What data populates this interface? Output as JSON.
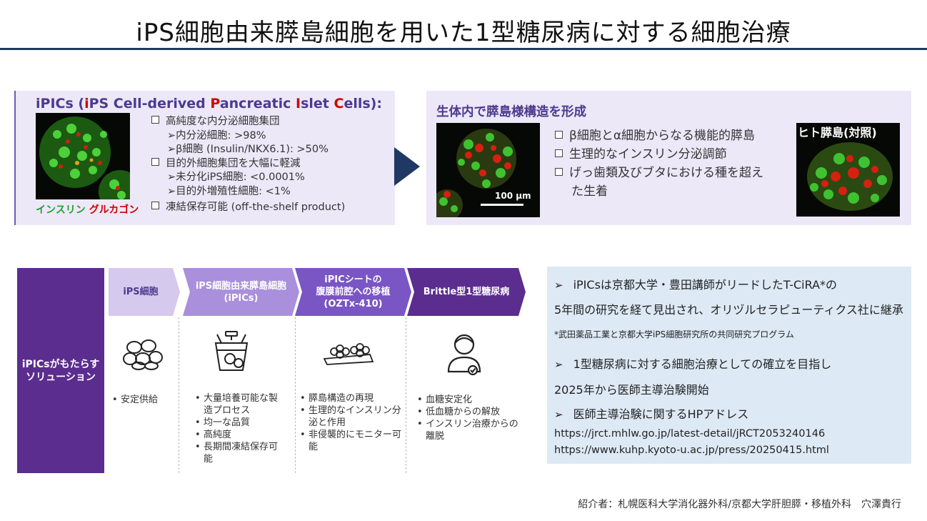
{
  "title": "iPS細胞由来膵島細胞を用いた1型糖尿病に対する細胞治療",
  "ipics": {
    "heading_parts": [
      "iPICs (",
      "i",
      "PS Cell-derived ",
      "P",
      "ancreatic ",
      "I",
      "slet ",
      "C",
      "ells):"
    ],
    "caption_insulin": "インスリン",
    "caption_glucagon": "グルカゴン",
    "bullets": [
      {
        "kind": "main",
        "text": "高純度な内分泌細胞集団"
      },
      {
        "kind": "sub",
        "text": "➢内分泌細胞: >98%"
      },
      {
        "kind": "sub",
        "text": "➢β細胞 (Insulin/NKX6.1): >50%"
      },
      {
        "kind": "main",
        "text": "目的外細胞集団を大幅に軽減"
      },
      {
        "kind": "sub",
        "text": "➢未分化iPS細胞: <0.0001%"
      },
      {
        "kind": "sub",
        "text": "➢目的外増殖性細胞: <1%"
      },
      {
        "kind": "main",
        "text": "凍結保存可能 (off-the-shelf product)"
      }
    ]
  },
  "islet": {
    "heading": "生体内で膵島様構造を形成",
    "scale": "100 μm",
    "human_label": "ヒト膵島(対照)",
    "bullets": [
      "β細胞とα細胞からなる機能的膵島",
      "生理的なインスリン分泌調節",
      "げっ歯類及びブタにおける種を超え",
      "た生着"
    ]
  },
  "workflow": {
    "side_label_1": "iPICsがもたらす",
    "side_label_2": "ソリューション",
    "steps": [
      {
        "label_1": "iPS細胞",
        "label_2": "",
        "label_3": "",
        "items": [
          "安定供給"
        ],
        "icon": "ips-cells-icon"
      },
      {
        "label_1": "iPS細胞由来膵島細胞",
        "label_2": "(iPICs)",
        "label_3": "",
        "items": [
          "大量培養可能な製造プロセス",
          "均一な品質",
          "高純度",
          "長期間凍結保存可能"
        ],
        "icon": "bioreactor-icon"
      },
      {
        "label_1": "iPICシートの",
        "label_2": "腹膜前腔への移植",
        "label_3": "(OZTx-410)",
        "items": [
          "膵島構造の再現",
          "生理的なインスリン分泌と作用",
          "非侵襲的にモニター可能"
        ],
        "icon": "cell-sheet-icon"
      },
      {
        "label_1": "Brittle型1型糖尿病",
        "label_2": "",
        "label_3": "",
        "items": [
          "血糖安定化",
          "低血糖からの解放",
          "インスリン治療からの離脱"
        ],
        "icon": "patient-icon"
      }
    ],
    "colors": [
      "#d5c9ee",
      "#a98fdc",
      "#7a55c4",
      "#5b2d8f"
    ]
  },
  "info": {
    "l1": "iPICsは京都大学・豊田講師がリードしたT-CiRA*の",
    "l2": "5年間の研究を経て見出され、オリヅルセラピューティクス社に継承",
    "l3": "*武田薬品工業と京都大学iPS細胞研究所の共同研究プログラム",
    "l4": "1型糖尿病に対する細胞治療としての確立を目指し",
    "l5": "2025年から医師主導治験開始",
    "l6": "医師主導治験に関するHPアドレス",
    "url1": "https://jrct.mhlw.go.jp/latest-detail/jRCT2053240146",
    "url2": "https://www.kuhp.kyoto-u.ac.jp/press/20250415.html",
    "arrow": "➢"
  },
  "footer": "紹介者：札幌医科大学消化器外科/京都大学肝胆膵・移植外科　穴澤貴行"
}
